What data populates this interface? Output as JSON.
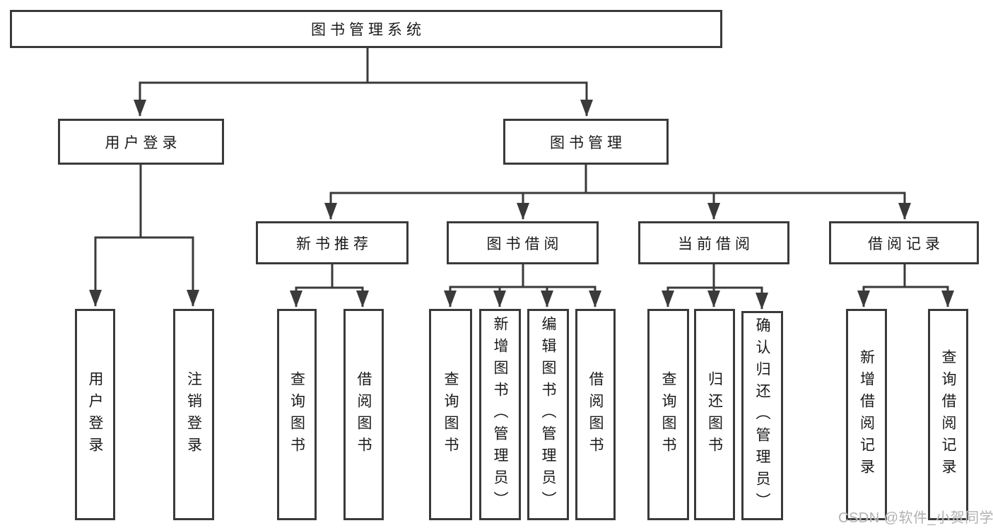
{
  "diagram_type": "hierarchy-tree",
  "nodes": {
    "root": {
      "label": "图书管理系统"
    },
    "user_login": {
      "label": "用户登录",
      "children": {
        "login": {
          "label": "用户登录"
        },
        "logout": {
          "label": "注销登录"
        }
      }
    },
    "book_mgmt": {
      "label": "图书管理",
      "children": {
        "new_book_rec": {
          "label": "新书推荐",
          "children": {
            "query_books": {
              "label": "查询图书"
            },
            "borrow_books": {
              "label": "借阅图书"
            }
          }
        },
        "book_borrow": {
          "label": "图书借阅",
          "children": {
            "query_books": {
              "label": "查询图书"
            },
            "add_books": {
              "label": "新增图书（管理员）"
            },
            "edit_books": {
              "label": "编辑图书（管理员）"
            },
            "borrow_books": {
              "label": "借阅图书"
            }
          }
        },
        "current_borrow": {
          "label": "当前借阅",
          "children": {
            "query_books": {
              "label": "查询图书"
            },
            "return_books": {
              "label": "归还图书"
            },
            "confirm_return": {
              "label": "确认归还（管理员）"
            }
          }
        },
        "borrow_records": {
          "label": "借阅记录",
          "children": {
            "add_record": {
              "label": "新增借阅记录"
            },
            "query_record": {
              "label": "查询借阅记录"
            }
          }
        }
      }
    }
  },
  "watermark": {
    "text": "CSDN @软件_小贺同学"
  },
  "colors": {
    "line": "#3a3a3a",
    "box_border": "#3a3a3a",
    "box_fill": "#ffffff",
    "text": "#1a1a1a",
    "background": "#ffffff",
    "watermark": "#b2b2b2"
  }
}
